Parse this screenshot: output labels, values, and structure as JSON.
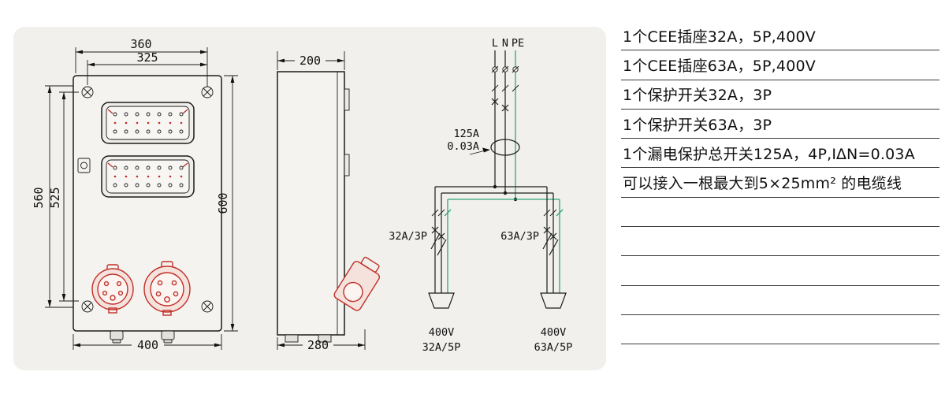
{
  "front_view": {
    "dims": {
      "w360": "360",
      "w325": "325",
      "h560": "560",
      "h525": "525",
      "h600": "600",
      "w400": "400"
    }
  },
  "side_view": {
    "dims": {
      "d200": "200",
      "d280": "280"
    }
  },
  "circuit": {
    "phases": {
      "l": "L",
      "n": "N",
      "pe": "PE"
    },
    "rcd": {
      "amps": "125A",
      "trip": "0.03A"
    },
    "left_breaker": "32A/3P",
    "right_breaker": "63A/3P",
    "left_socket": {
      "volts": "400V",
      "rating": "32A/5P"
    },
    "right_socket": {
      "volts": "400V",
      "rating": "63A/5P"
    }
  },
  "specs": {
    "lines": [
      "1个CEE插座32A，5P,400V",
      "1个CEE插座63A，5P,400V",
      "1个保护开关32A，3P",
      "1个保护开关63A，3P",
      "1个漏电保护总开关125A，4P,I∆N=0.03A",
      "可以接入一根最大到5×25mm² 的电缆线"
    ]
  },
  "colors": {
    "accent_red": "#c03028",
    "wire_green": "#2fa579",
    "line": "#1c1c1c",
    "panel_bg": "#f1f0ec"
  }
}
